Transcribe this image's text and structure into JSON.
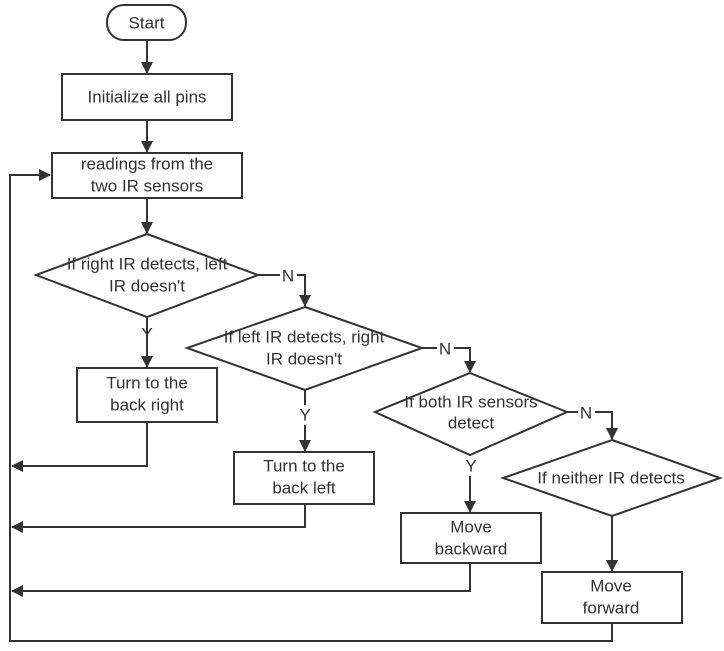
{
  "diagram": {
    "colors": {
      "stroke": "#333333",
      "fill": "#ffffff",
      "text": "#333333"
    },
    "nodes": {
      "start": {
        "line1": "Start"
      },
      "init": {
        "line1": "Initialize all pins"
      },
      "read": {
        "line1": "readings from the",
        "line2": "two IR sensors"
      },
      "decision1": {
        "line1": "If right IR detects, left",
        "line2": "IR doesn't"
      },
      "decision2": {
        "line1": "If left IR detects, right",
        "line2": "IR doesn't"
      },
      "decision3": {
        "line1": "If both IR sensors",
        "line2": "detect"
      },
      "decision4": {
        "line1": "If neither IR detects"
      },
      "action1": {
        "line1": "Turn to the",
        "line2": "back right"
      },
      "action2": {
        "line1": "Turn to the",
        "line2": "back left"
      },
      "action3": {
        "line1": "Move",
        "line2": "backward"
      },
      "action4": {
        "line1": "Move",
        "line2": "forward"
      }
    },
    "labels": {
      "yes": "Y",
      "no": "N"
    }
  }
}
